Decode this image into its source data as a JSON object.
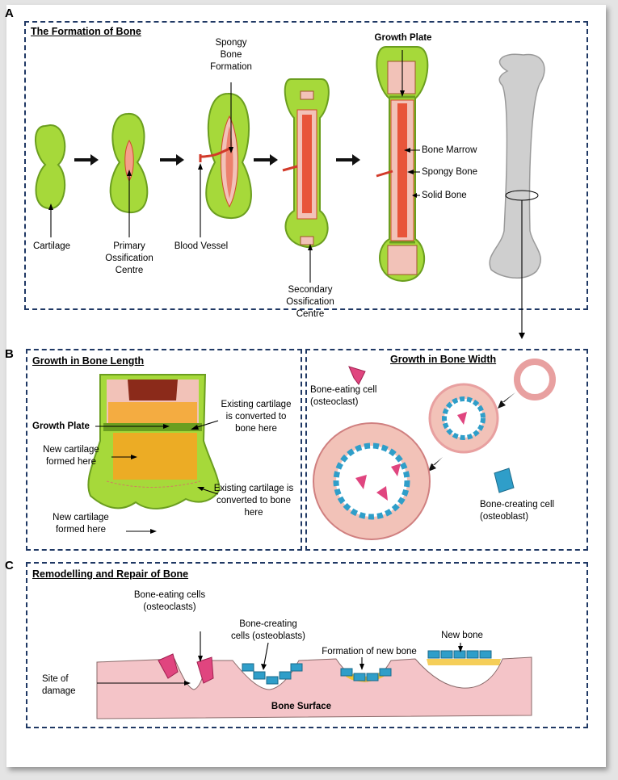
{
  "panels": {
    "a": {
      "letter": "A",
      "title": "The Formation of Bone",
      "labels": {
        "cartilage": "Cartilage",
        "primary_1": "Primary",
        "primary_2": "Ossification",
        "primary_3": "Centre",
        "blood_vessel": "Blood Vessel",
        "spongy_formation_1": "Spongy",
        "spongy_formation_2": "Bone",
        "spongy_formation_3": "Formation",
        "secondary_1": "Secondary",
        "secondary_2": "Ossification",
        "secondary_3": "Centre",
        "growth_plate": "Growth Plate",
        "bone_marrow": "Bone Marrow",
        "spongy_bone": "Spongy Bone",
        "solid_bone": "Solid Bone"
      }
    },
    "b": {
      "letter": "B",
      "length_title": "Growth in Bone Length",
      "width_title": "Growth in Bone Width",
      "labels": {
        "growth_plate": "Growth Plate",
        "existing_top_1": "Existing cartilage",
        "existing_top_2": "is converted to",
        "existing_top_3": "bone here",
        "new_mid_1": "New cartilage",
        "new_mid_2": "formed here",
        "existing_bot_1": "Existing cartilage is",
        "existing_bot_2": "converted to bone",
        "existing_bot_3": "here",
        "new_bot_1": "New cartilage",
        "new_bot_2": "formed here",
        "eating_1": "Bone-eating cell",
        "eating_2": "(osteoclast)",
        "creating_1": "Bone-creating cell",
        "creating_2": "(osteoblast)"
      }
    },
    "c": {
      "letter": "C",
      "title": "Remodelling and Repair of Bone",
      "labels": {
        "eating_1": "Bone-eating cells",
        "eating_2": "(osteoclasts)",
        "creating_1": "Bone-creating",
        "creating_2": "cells (osteoblasts)",
        "formation": "Formation of new bone",
        "new_bone": "New bone",
        "damage_1": "Site of",
        "damage_2": "damage",
        "surface": "Bone Surface"
      }
    }
  },
  "colors": {
    "panel_border": "#1f3864",
    "cartilage_green": "#a6d93a",
    "dark_green": "#6b9e1f",
    "bone_pink": "#f2c2b8",
    "marrow_red": "#e8553a",
    "osteoclast_pink": "#e0457f",
    "osteoblast_blue": "#2f9ec9",
    "new_bone_yellow": "#f2c230",
    "spongy_orange": "#f4a623"
  },
  "icons": {
    "arrow": "right-arrow-icon",
    "osteoclast": "osteoclast-icon",
    "osteoblast": "osteoblast-icon"
  }
}
